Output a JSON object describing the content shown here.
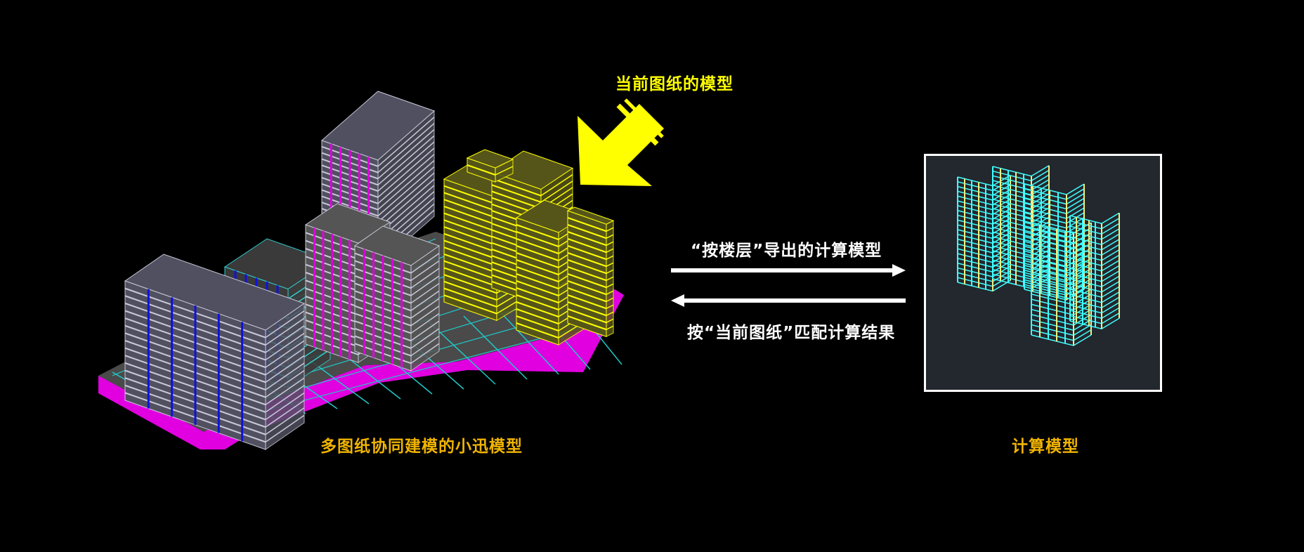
{
  "labels": {
    "current_drawing_model": "当前图纸的模型",
    "export_by_floor": "“按楼层”导出的计算模型",
    "match_by_drawing": "按“当前图纸”匹配计算结果",
    "multi_drawing_model": "多图纸协同建模的小迅模型",
    "calc_model": "计算模型"
  },
  "colors": {
    "highlight": "#ffff00",
    "caption": "#f0b400",
    "slab": "#e000e0",
    "grid": "#20c8c8",
    "column": "#1010e0",
    "calc_cyan": "#40ffff",
    "calc_yellow": "#f0f080"
  }
}
